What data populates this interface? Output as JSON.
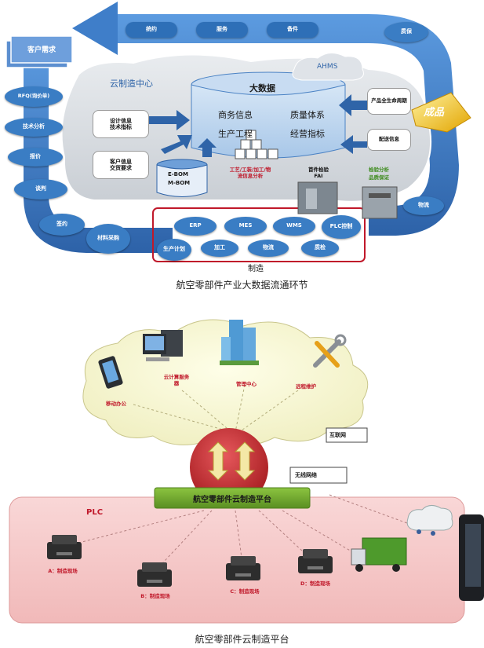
{
  "top_diagram": {
    "caption": "航空零部件产业大数据流通环节",
    "arrow_top_labels": [
      "统约",
      "服务",
      "备件"
    ],
    "quality": "质保",
    "customer_demand": "客户需求",
    "left_items": [
      "RFQ(询价单)",
      "技术分析",
      "报价",
      "谈判",
      "签约",
      "材料采购"
    ],
    "cloud_center": "云制造中心",
    "ahms": "AHMS",
    "big_data": {
      "title": "大数据",
      "items": [
        "商务信息",
        "质量体系",
        "生产工程",
        "经营指标"
      ]
    },
    "design_info": "设计信息\n技术指标",
    "customer_info": "客户信息\n交货要求",
    "bom": [
      "E-BOM",
      "M-BOM"
    ],
    "process_analysis": "工艺/工装/加工/物流信息分析",
    "fai": "首件检验\nFAI",
    "inspection": "检验分析\n品质保证",
    "product_lifecycle": "产品全生命周期",
    "delivery_info": "配送信息",
    "finished": "成品",
    "logistics_right": "物流",
    "manufacturing": {
      "title": "制造",
      "top": [
        "ERP",
        "MES",
        "WMS",
        "PLC控制"
      ],
      "bottom": [
        "生产计划",
        "加工",
        "物流",
        "质检"
      ]
    }
  },
  "bottom_diagram": {
    "caption": "航空零部件云制造平台",
    "cloud_nodes": [
      "移动办公",
      "云计算服务器",
      "管理中心",
      "远程维护"
    ],
    "internet": "互联网",
    "wireless": "无线网络",
    "platform": "航空零部件云制造平台",
    "plc": "PLC",
    "sites": [
      "A：制造现场",
      "B：制造现场",
      "C：制造现场",
      "D：制造现场"
    ]
  },
  "colors": {
    "arrow_blue": "#3e7cc7",
    "pill_blue": "#2e6fb7",
    "platform_green": "#6aa02c",
    "pink_zone": "#f6c6c6",
    "red_circle": "#c8272c",
    "red_frame": "#c0182a"
  }
}
